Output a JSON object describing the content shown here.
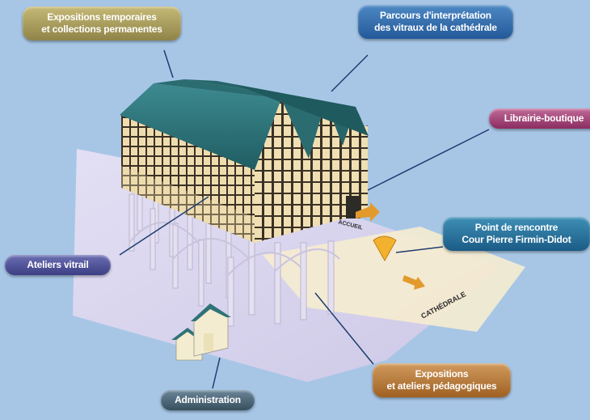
{
  "labels": {
    "expositions_temporaires": [
      "Expositions temporaires",
      "et collections permanentes"
    ],
    "parcours": [
      "Parcours d'interprétation",
      "des vitraux de la cathédrale"
    ],
    "librairie": "Librairie-boutique",
    "point_rencontre": [
      "Point de rencontre",
      "Cour Pierre Firmin-Didot"
    ],
    "ateliers_vitrail": "Ateliers vitrail",
    "expositions_ateliers": [
      "Expositions",
      "et ateliers pédagogiques"
    ],
    "administration": "Administration"
  },
  "ground_text": {
    "accueil": "ACCUEIL",
    "cathedrale": "CATHÉDRALE"
  },
  "colors": {
    "background": "#a7c6e6",
    "roof": "#2f7277",
    "timber": "#3a3024",
    "wall": "#f0dfb3",
    "floor": "#dcd6ef",
    "arrow": "#e39a2c"
  }
}
